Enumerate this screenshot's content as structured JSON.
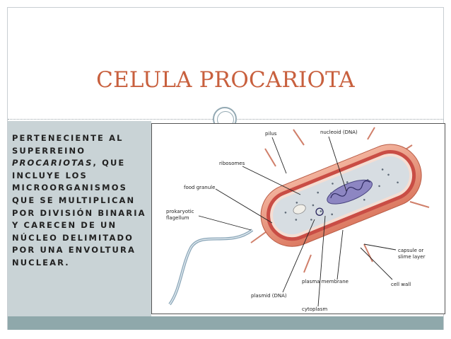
{
  "slide": {
    "title": "CELULA PROCARIOTA",
    "body_before": "PERTENECIENTE AL SUPERREINO ",
    "body_emphasis": "PROCARIOTAS",
    "body_after": ", QUE INCLUYE LOS MICROORGANISMOS QUE SE MULTIPLICAN POR DIVISIÓN BINARIA Y CARECEN DE UN NÚCLEO DELIMITADO POR UNA ENVOLTURA NUCLEAR."
  },
  "diagram": {
    "labels": {
      "pilus": "pilus",
      "nucleoid": "nucleoid (DNA)",
      "ribosomes": "ribosomes",
      "food_granule": "food granule",
      "flagellum_line1": "prokaryotic",
      "flagellum_line2": "flagellum",
      "capsule_line1": "capsule or",
      "capsule_line2": "slime layer",
      "plasma_membrane": "plasma membrane",
      "cell_wall": "cell wall",
      "plasmid": "plasmid (DNA)",
      "cytoplasm": "cytoplasm"
    }
  },
  "colors": {
    "title": "#c8603e",
    "panel": "#c9d3d6",
    "footer": "#8fa8ab",
    "capsule": "#eb9a82",
    "cytoplasm": "#d7dde2"
  }
}
